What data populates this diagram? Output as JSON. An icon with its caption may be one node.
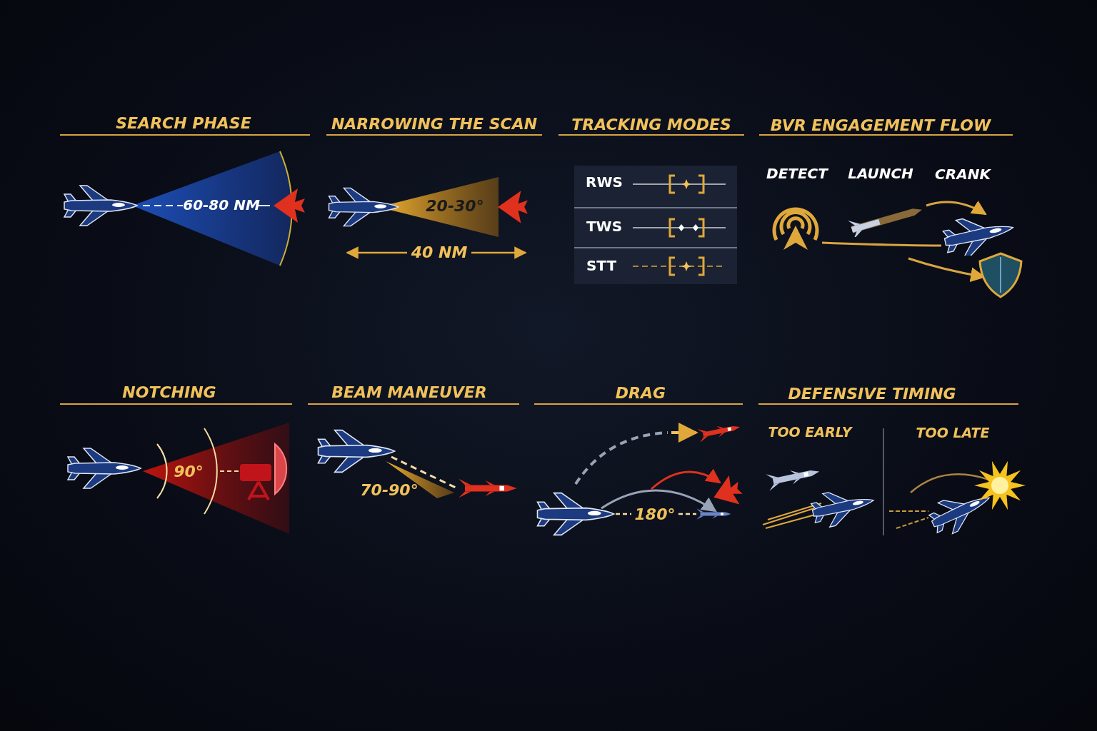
{
  "diagram": {
    "nodes": [
      {
        "text": [],
        "shape": "picture"
      },
      {
        "text": [],
        "shape": "picture"
      },
      {
        "text": [],
        "shape": "picture"
      },
      {
        "text": [],
        "shape": "picture"
      }
    ],
    "edges": [
      {
        "from": 1,
        "to": 2,
        "arrow": "to"
      },
      {
        "from": 0,
        "to": 2,
        "arrow": "none"
      },
      {
        "from": null,
        "to": 3,
        "arrow": "to"
      }
    ],
    "labels": [
      "SEARCH PHASE",
      "60-80 NM",
      "NARROWING THE SCAN",
      "20-30°",
      "40 NM",
      "TRACKING MODES",
      "RWS",
      "TWS",
      "STT",
      "BVR ENGAGEMENT FLOW",
      "DETECT",
      "LAUNCH",
      "CRANK",
      "NOTCHING",
      "90°",
      "BEAM MANEUVER",
      "70-90°",
      "DRAG",
      "180°",
      "DEFENSIVE TIMING",
      "TOO EARLY",
      "TOO LATE"
    ]
  }
}
